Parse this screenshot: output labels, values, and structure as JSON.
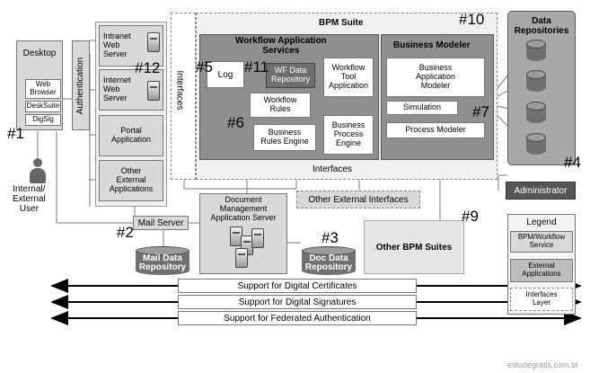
{
  "desktop": {
    "title": "Desktop",
    "web_browser": "Web\nBrowser",
    "desksuite": "DeskSuite",
    "digsig": "DigSig"
  },
  "authentication": "Authentication",
  "servers": {
    "intranet": "Intranet\nWeb\nServer",
    "internet": "Internet\nWeb\nServer",
    "portal": "Portal\nApplication",
    "other_external": "Other\nExternal\nApplications"
  },
  "interfaces_vertical": "Interfaces",
  "bpm_suite": {
    "title": "BPM Suite",
    "workflow_services": "Workflow Application\nServices",
    "log": "Log",
    "wf_data_repository": "WF Data\nRepository",
    "workflow_tool_application": "Workflow\nTool\nApplication",
    "workflow_rules": "Workflow\nRules",
    "business_rules_engine": "Business\nRules Engine",
    "business_process_engine": "Business\nProcess\nEngine",
    "business_modeler": "Business Modeler",
    "business_application_modeler": "Business\nApplication\nModeler",
    "simulation": "Simulation",
    "process_modeler": "Process Modeler",
    "interfaces": "Interfaces"
  },
  "data_repositories": {
    "title": "Data\nRepositories"
  },
  "administrator": "Administrator",
  "user": "Internal/\nExternal\nUser",
  "mail_server": "Mail Server",
  "mail_data_repository": "Mail Data\nRepository",
  "document_management": "Document\nManagement\nApplication Server",
  "doc_data_repository": "Doc Data\nRepository",
  "other_external_interfaces": "Other External Interfaces",
  "other_bpm_suites": "Other BPM Suites",
  "legend": {
    "title": "Legend",
    "bpm_workflow_service": "BPM/Workflow\nService",
    "external_applications": "External\nApplications",
    "interfaces_layer": "Interfaces\nLayer"
  },
  "support": {
    "certificates": "Support for Digital Certificates",
    "signatures": "Support for Digital Signatures",
    "federated": "Support for Federated Authentication"
  },
  "tags": {
    "t1": "#1",
    "t2": "#2",
    "t3": "#3",
    "t4": "#4",
    "t5": "#5",
    "t6": "#6",
    "t7": "#7",
    "t9": "#9",
    "t10": "#10",
    "t11": "#11",
    "t12": "#12"
  },
  "watermark": "estudegratis.com.br",
  "colors": {
    "panel": "#d9d9d9",
    "dark_panel": "#b3b3b3",
    "dark_box": "#555555",
    "line": "#000000"
  }
}
